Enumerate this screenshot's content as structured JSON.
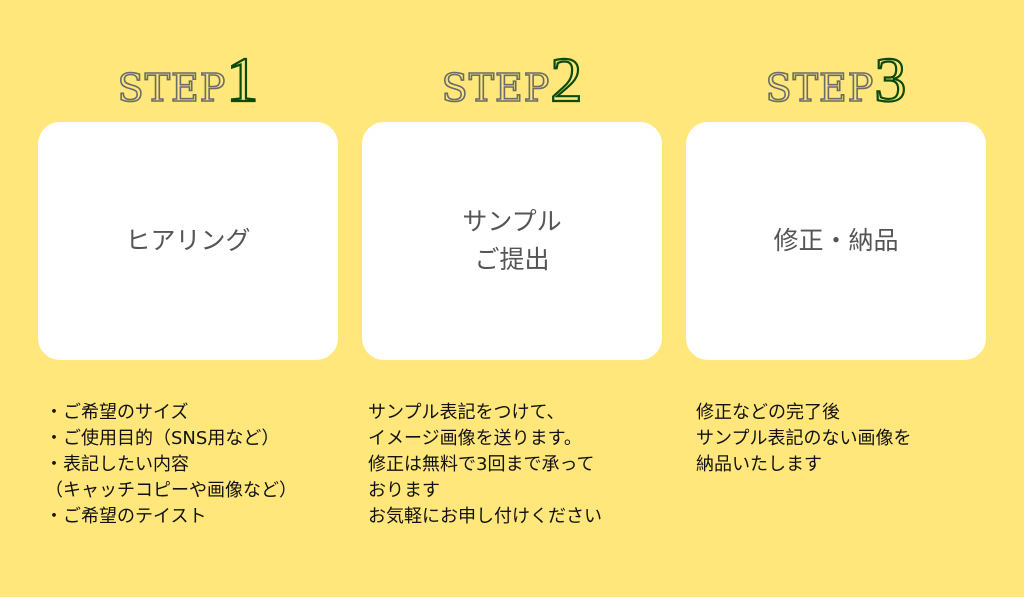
{
  "steps": [
    {
      "word": "STEP",
      "num": "1",
      "title": "ヒアリング",
      "lines": [
        "・ご希望のサイズ",
        "・ご使用目的（SNS用など）",
        "・表記したい内容",
        "（キャッチコピーや画像など）",
        "・ご希望のテイスト"
      ]
    },
    {
      "word": "STEP",
      "num": "2",
      "title": "サンプル\nご提出",
      "lines": [
        "サンプル表記をつけて、",
        "イメージ画像を送ります。",
        "修正は無料で3回まで承って",
        "おります",
        "お気軽にお申し付けください"
      ]
    },
    {
      "word": "STEP",
      "num": "3",
      "title": "修正・納品",
      "lines": [
        "修正などの完了後",
        "サンプル表記のない画像を",
        "納品いたします"
      ]
    }
  ],
  "colors": {
    "background": "#FFE77C",
    "number": "#0b4a0b",
    "word": "#6b6b6b"
  }
}
